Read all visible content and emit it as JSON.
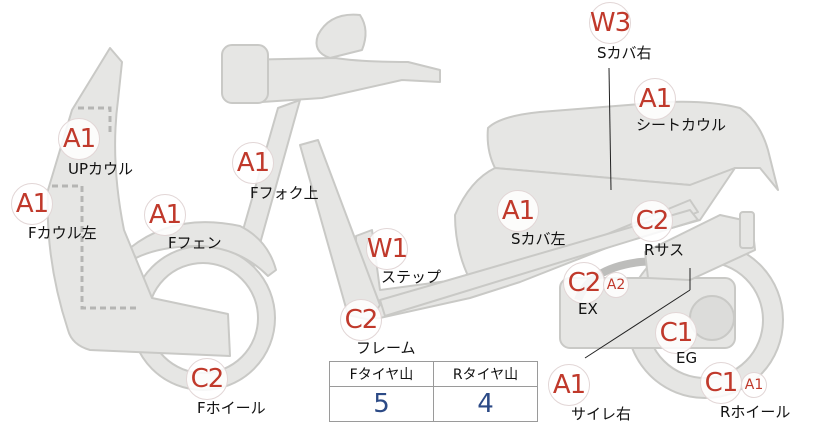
{
  "grades": {
    "up_cowl": "A1",
    "f_cowl_left": "A1",
    "f_fork_upper": "A1",
    "f_fender": "A1",
    "step": "W1",
    "frame": "C2",
    "f_wheel": "C2",
    "s_cover_right": "W3",
    "seat_cowl": "A1",
    "s_cover_left": "A1",
    "r_suspension": "C2",
    "ex": "C2",
    "ex_sub": "A2",
    "eg": "C1",
    "r_wheel": "C1",
    "r_wheel_sub": "A1",
    "muffler_right": "A1"
  },
  "labels": {
    "up_cowl": "UPカウル",
    "f_cowl_left": "Fカウル左",
    "f_fork_upper": "Fフォク上",
    "f_fender": "Fフェン",
    "step": "ステップ",
    "frame": "フレーム",
    "f_wheel": "Fホイール",
    "s_cover_right": "Sカバ右",
    "seat_cowl": "シートカウル",
    "s_cover_left": "Sカバ左",
    "r_suspension": "Rサス",
    "ex": "EX",
    "eg": "EG",
    "r_wheel": "Rホイール",
    "muffler_right": "サイレ右"
  },
  "tread": {
    "front_header": "Fタイヤ山",
    "rear_header": "Rタイヤ山",
    "front_value": "5",
    "rear_value": "4"
  },
  "colors": {
    "grade_text": "#c0392b",
    "tread_value": "#2c4a86",
    "part_fill": "#e6e6e4",
    "part_stroke": "#c9c9c6"
  }
}
